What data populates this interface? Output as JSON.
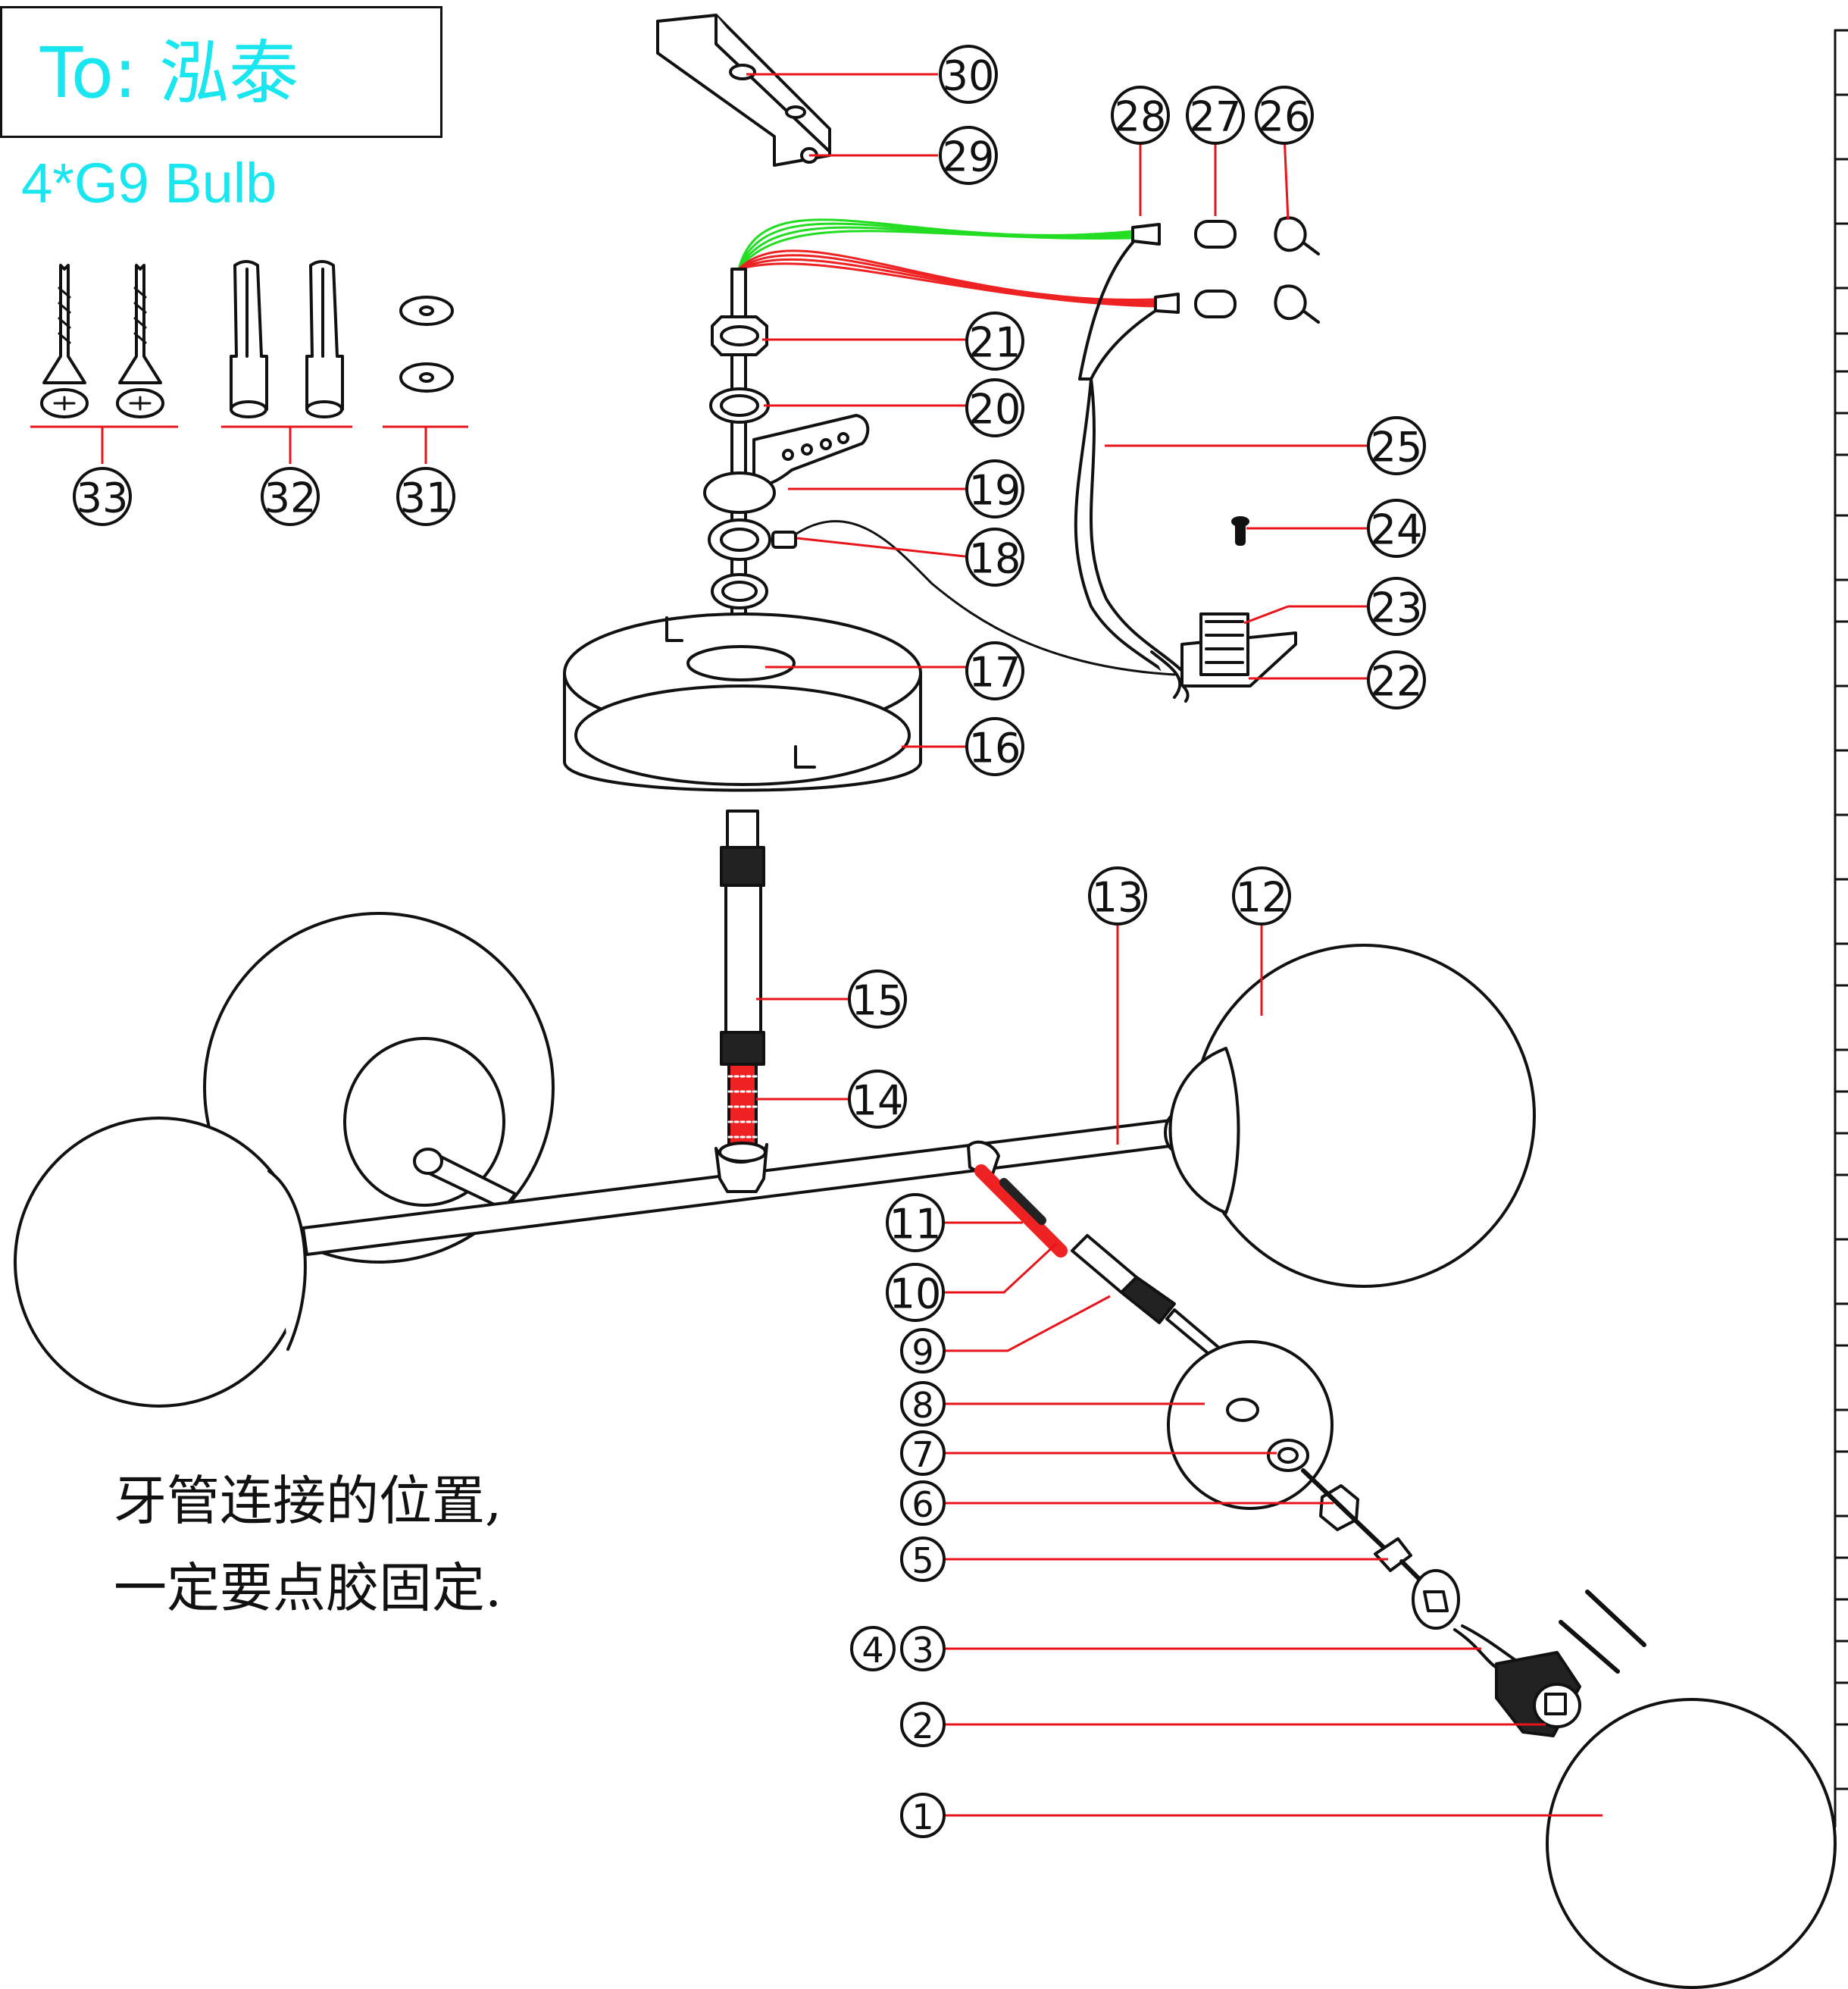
{
  "header": {
    "recipient": "To: 泓泰",
    "bulb_spec": "4*G9 Bulb"
  },
  "note": {
    "line1": "牙管连接的位置,",
    "line2": "一定要点胶固定."
  },
  "callouts": [
    "1",
    "2",
    "3",
    "4",
    "5",
    "6",
    "7",
    "8",
    "9",
    "10",
    "11",
    "12",
    "13",
    "14",
    "15",
    "16",
    "17",
    "18",
    "19",
    "20",
    "21",
    "22",
    "23",
    "24",
    "25",
    "26",
    "27",
    "28",
    "29",
    "30",
    "31",
    "32",
    "33"
  ],
  "colors": {
    "leader": "#e8141c",
    "outline": "#111111",
    "accent_text": "#19e6ee",
    "wire_green": "#22dd22",
    "wire_red": "#ee2222"
  }
}
